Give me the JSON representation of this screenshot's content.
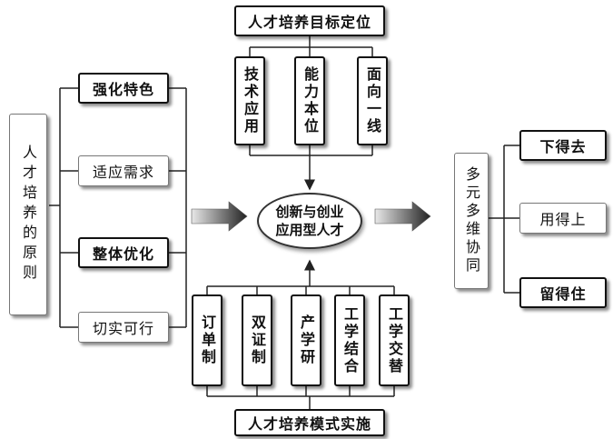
{
  "left_root": "人才培养的原则",
  "principles": [
    "强化特色",
    "适应需求",
    "整体优化",
    "切实可行"
  ],
  "top_title": "人才培养目标定位",
  "targets": [
    "技术应用",
    "能力本位",
    "面向一线"
  ],
  "center": "创新与创业\n应用型人才",
  "bottom_title": "人才培养模式实施",
  "modes": [
    "订单制",
    "双证制",
    "产学研",
    "工学结合",
    "工学交替"
  ],
  "right_root": "多元多维协同",
  "outcomes": [
    "下得去",
    "用得上",
    "留得住"
  ]
}
